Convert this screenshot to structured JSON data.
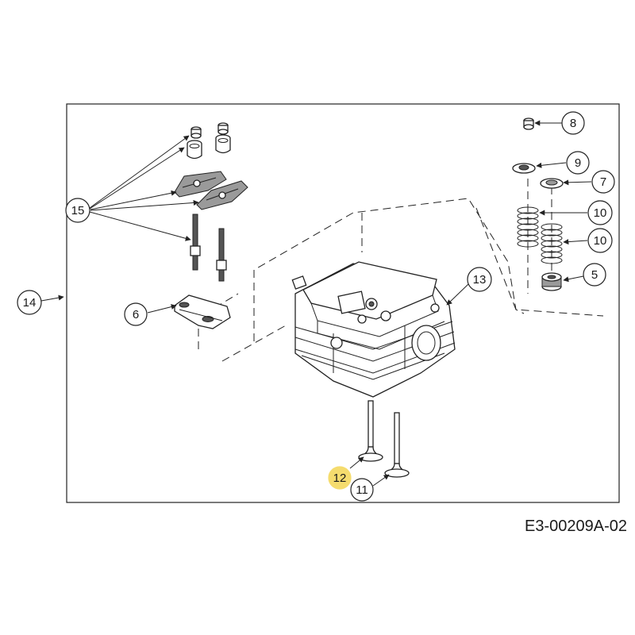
{
  "callouts": [
    {
      "id": "c8",
      "label": "8"
    },
    {
      "id": "c9",
      "label": "9"
    },
    {
      "id": "c7",
      "label": "7"
    },
    {
      "id": "c10a",
      "label": "10"
    },
    {
      "id": "c10b",
      "label": "10"
    },
    {
      "id": "c5",
      "label": "5"
    },
    {
      "id": "c13",
      "label": "13"
    },
    {
      "id": "c15",
      "label": "15"
    },
    {
      "id": "c14",
      "label": "14"
    },
    {
      "id": "c6",
      "label": "6"
    },
    {
      "id": "c12",
      "label": "12",
      "highlight": true
    },
    {
      "id": "c11",
      "label": "11"
    }
  ],
  "colors": {
    "highlight": "#f5dc6e",
    "ink": "#222222"
  },
  "document_code": "E3-00209A-02"
}
